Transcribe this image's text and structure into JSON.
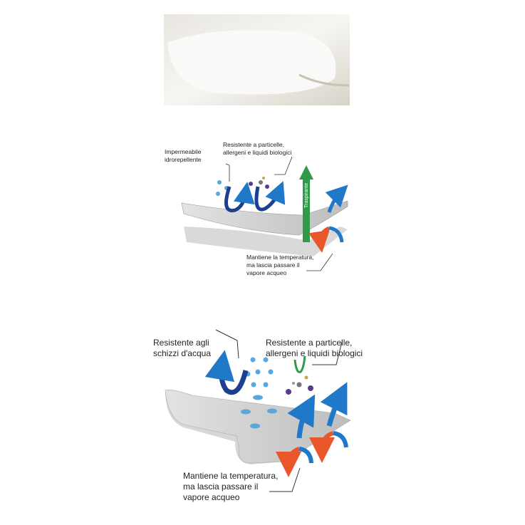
{
  "photo": {
    "subject": "pillow"
  },
  "diagram_small": {
    "label_waterproof": [
      "Impermeabile",
      "idrorepellente"
    ],
    "label_particles": [
      "Resistente a particelle,",
      "allergeni e liquidi biologici"
    ],
    "label_breathable": "Traspirante",
    "label_temperature": [
      "Mantiene la temperatura,",
      "ma lascia passare il",
      "vapore acqueo"
    ]
  },
  "diagram_large": {
    "label_splash": [
      "Resistente agli",
      "schizzi d'acqua"
    ],
    "label_particles": [
      "Resistente a particelle,",
      "allergeni e liquidi biologici"
    ],
    "label_temperature": [
      "Mantiene la temperatura,",
      "ma lascia passare il",
      "vapore acqueo"
    ]
  },
  "colors": {
    "blue_arrow": "#1f78c8",
    "dark_blue_arrow": "#1c3f8f",
    "orange_arrow": "#e8562a",
    "green_arrow": "#2e9a4a",
    "sheet": "#c9c9c9"
  }
}
